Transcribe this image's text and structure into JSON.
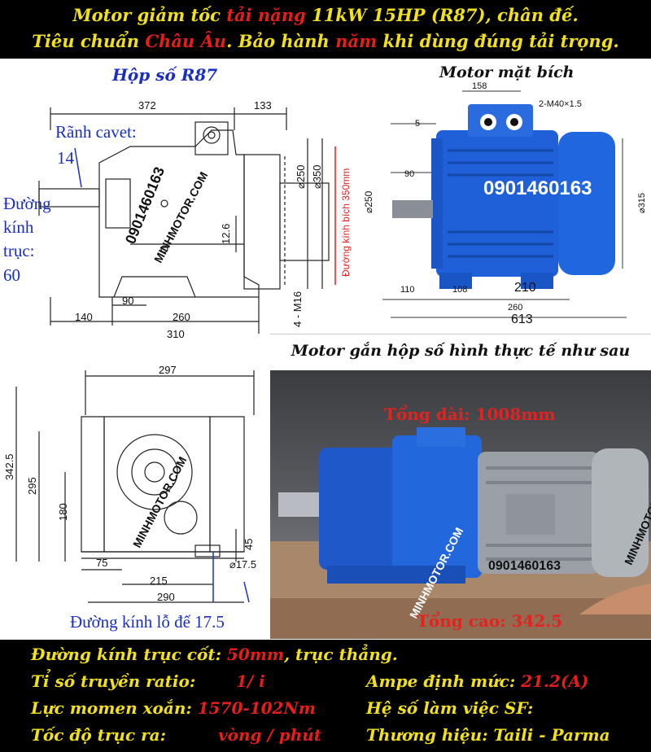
{
  "header": {
    "line1_a": "Motor giảm tốc ",
    "line1_b": "tải nặng",
    "line1_c": " 11kW 15HP  (R87), chân đế.",
    "line2_a": "Tiêu chuẩn ",
    "line2_b": "Châu Âu",
    "line2_c": ". Bảo hành    ",
    "line2_d": "năm",
    "line2_e": " khi dùng đúng tải trọng."
  },
  "gearbox_drawing": {
    "title": "Hộp số R87",
    "dims_top": [
      "372",
      "133"
    ],
    "dims_bottom": [
      "140",
      "90",
      "260",
      "310"
    ],
    "dims_vertical": [
      "⌀250",
      "⌀350",
      "12.6",
      "4 - M16"
    ],
    "red_vertical": "Đường kính bích 350mm",
    "keyway_label_1": "Rãnh cavet:",
    "keyway_label_2": "14",
    "shaft_label_1": "Đường",
    "shaft_label_2": "kính",
    "shaft_label_3": "trục:",
    "shaft_label_4": "60",
    "watermark_phone": "0901460163",
    "watermark_site": "MINHMOTOR.COM"
  },
  "motor_drawing": {
    "title": "Motor mặt bích",
    "dims": [
      "158",
      "2-M40×1.5",
      "5",
      "90",
      "⌀250",
      "⌀315",
      "110",
      "108",
      "210",
      "260",
      "613"
    ],
    "watermark_phone": "0901460163"
  },
  "side_drawing": {
    "dims": [
      "297",
      "342.5",
      "295",
      "180",
      "45",
      "75",
      "215",
      "290",
      "⌀17.5"
    ],
    "hole_label": "Đường kính lỗ đế 17.5",
    "watermark_site": "MINHMOTOR.COM"
  },
  "photo": {
    "header": "Motor gắn hộp số hình thực tế như sau",
    "total_length": "Tổng dài: 1008mm",
    "total_height": "Tổng cao: 342.5",
    "phone": "0901460163",
    "site": "MINHMOTOR.COM",
    "brand_on_motor": "MINHMOTOR"
  },
  "specs": {
    "shaft_k": "Đường kính trục cốt: ",
    "shaft_v": "50mm",
    "shaft_k2": ", trục thẳng.",
    "ratio_k": "Tỉ số truyền ratio:",
    "ratio_v": "1/ i",
    "amp_k": "Ampe định mức: ",
    "amp_v": "21.2(A)",
    "torque_k": "Lực momen xoắn: ",
    "torque_v": "1570-102Nm",
    "sf_k": "Hệ số làm việc SF:",
    "speed_k": "Tốc độ trục ra:",
    "speed_v": "vòng / phút",
    "brand_k": "Thương hiệu: Taili - Parma"
  },
  "colors": {
    "yellow": "#f2e11a",
    "red": "#e61d1d",
    "blue_label": "#1a2fbf",
    "motor_blue": "#1f5fd8"
  }
}
